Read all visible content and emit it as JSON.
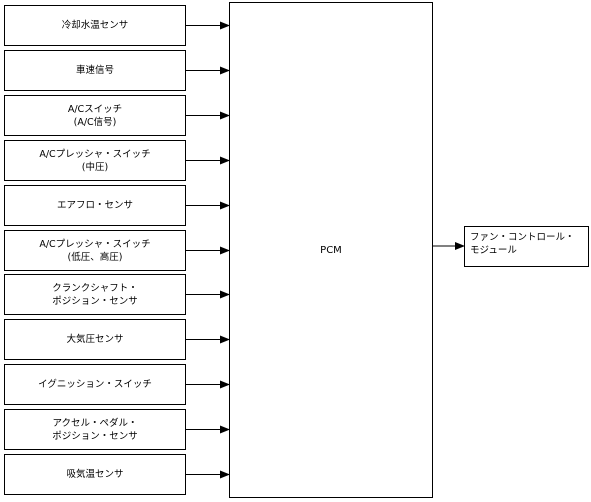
{
  "inputs": [
    "冷却水温センサ",
    "車速信号",
    "A/Cスイッチ\n(A/C信号)",
    "A/Cプレッシャ・スイッチ\n(中圧)",
    "エアフロ・センサ",
    "A/Cプレッシャ・スイッチ\n(低圧、高圧)",
    "クランクシャフト・\nポジション・センサ",
    "大気圧センサ",
    "イグニッション・スイッチ",
    "アクセル・ペダル・\nポジション・センサ",
    "吸気温センサ"
  ],
  "controller": "PCM",
  "output": "ファン・コントロール・\nモジュール"
}
